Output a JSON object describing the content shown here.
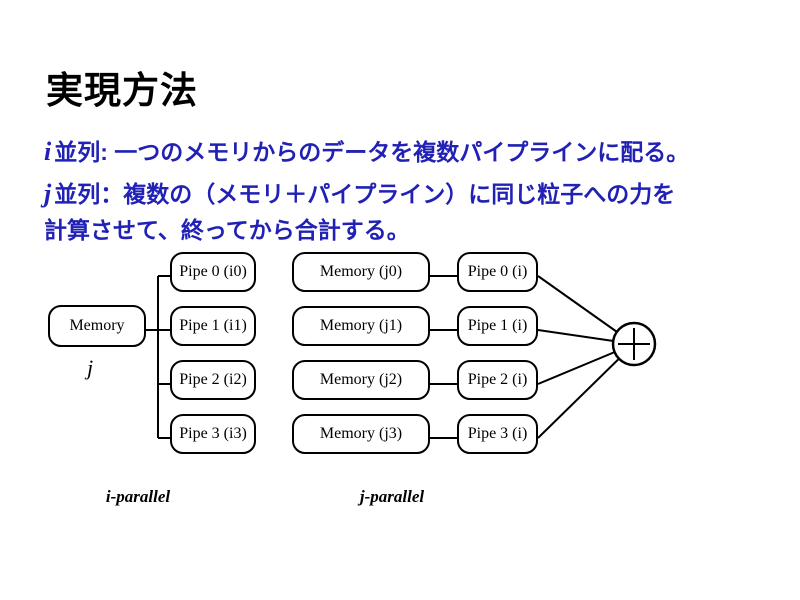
{
  "slide": {
    "title": "実現方法",
    "accent_color": "#2121b5",
    "body_lines": [
      {
        "var": "i",
        "text": "並列: 一つのメモリからのデータを複数パイプラインに配る。"
      },
      {
        "var": "j",
        "text": "並列：複数の（メモリ＋パイプライン）に同じ粒子への力を"
      },
      {
        "var": "",
        "text": "計算させて、終ってから合計する。"
      }
    ]
  },
  "diagram": {
    "i_parallel": {
      "caption": "i-parallel",
      "memory": {
        "label": "Memory",
        "sublabel": "j"
      },
      "pipes": [
        "Pipe 0 (i0)",
        "Pipe 1 (i1)",
        "Pipe 2 (i2)",
        "Pipe 3 (i3)"
      ]
    },
    "j_parallel": {
      "caption": "j-parallel",
      "memories": [
        "Memory (j0)",
        "Memory (j1)",
        "Memory (j2)",
        "Memory (j3)"
      ],
      "pipes": [
        "Pipe 0 (i)",
        "Pipe 1 (i)",
        "Pipe 2 (i)",
        "Pipe 3 (i)"
      ],
      "sum_icon": "plus"
    }
  }
}
